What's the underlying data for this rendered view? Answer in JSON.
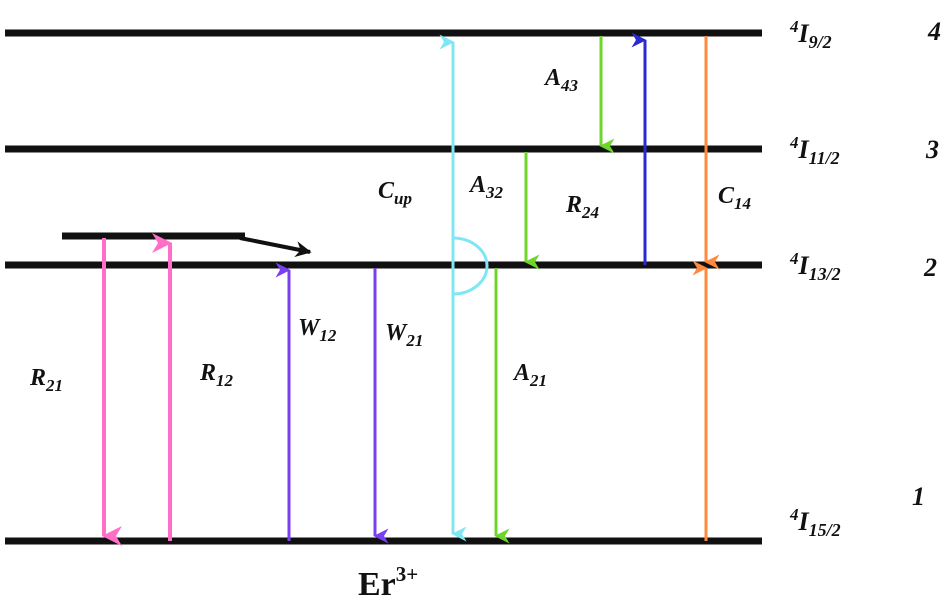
{
  "diagram": {
    "ion": {
      "base": "Er",
      "sup": "3+"
    },
    "levels": [
      {
        "index": "4",
        "term": {
          "pre": "4",
          "main": "I",
          "sub": "9/2"
        }
      },
      {
        "index": "3",
        "term": {
          "pre": "4",
          "main": "I",
          "sub": "11/2"
        }
      },
      {
        "index": "2",
        "term": {
          "pre": "4",
          "main": "I",
          "sub": "13/2"
        }
      },
      {
        "index": "1",
        "term": {
          "pre": "4",
          "main": "I",
          "sub": "15/2"
        }
      }
    ],
    "transitions": [
      {
        "id": "R21",
        "base": "R",
        "sub": "21",
        "color": "#ff6ec7"
      },
      {
        "id": "R12",
        "base": "R",
        "sub": "12",
        "color": "#ff6ec7"
      },
      {
        "id": "W12",
        "base": "W",
        "sub": "12",
        "color": "#7b3ff2"
      },
      {
        "id": "W21",
        "base": "W",
        "sub": "21",
        "color": "#7b3ff2"
      },
      {
        "id": "Cup",
        "base": "C",
        "sub": "up",
        "color": "#7fe6f5"
      },
      {
        "id": "A21",
        "base": "A",
        "sub": "21",
        "color": "#6ed62a"
      },
      {
        "id": "A32",
        "base": "A",
        "sub": "32",
        "color": "#6ed62a"
      },
      {
        "id": "A43",
        "base": "A",
        "sub": "43",
        "color": "#6ed62a"
      },
      {
        "id": "R24",
        "base": "R",
        "sub": "24",
        "color": "#2a2ad0"
      },
      {
        "id": "C14",
        "base": "C",
        "sub": "14",
        "color": "#ff8a3d"
      }
    ],
    "colors": {
      "level_line": "#111111",
      "pump_arrow": "#111111"
    }
  }
}
